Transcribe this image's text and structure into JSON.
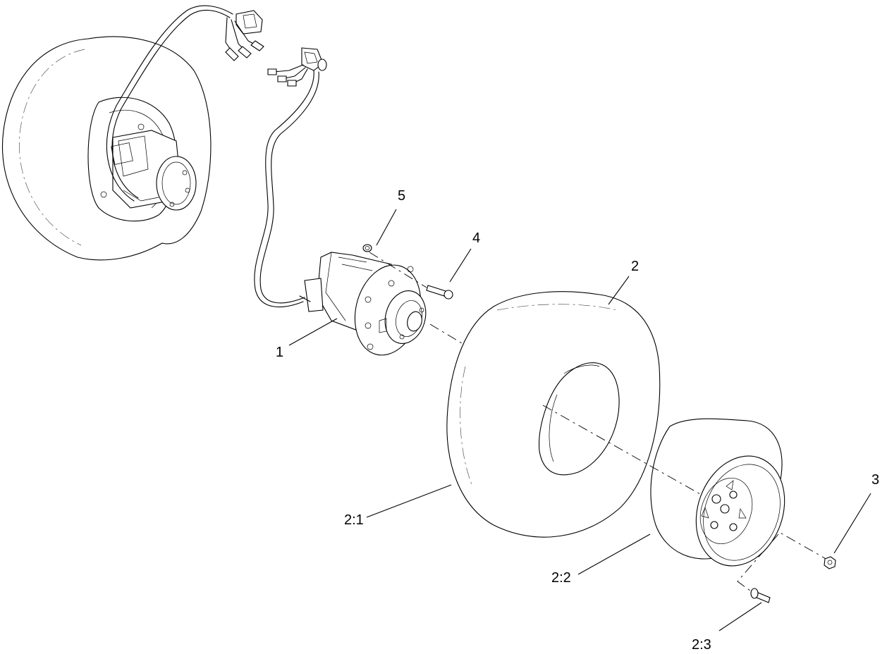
{
  "callouts": [
    {
      "id": "1",
      "label": "1"
    },
    {
      "id": "2",
      "label": "2"
    },
    {
      "id": "2_1",
      "label": "2:1"
    },
    {
      "id": "2_2",
      "label": "2:2"
    },
    {
      "id": "2_3",
      "label": "2:3"
    },
    {
      "id": "3",
      "label": "3"
    },
    {
      "id": "4",
      "label": "4"
    },
    {
      "id": "5",
      "label": "5"
    }
  ]
}
